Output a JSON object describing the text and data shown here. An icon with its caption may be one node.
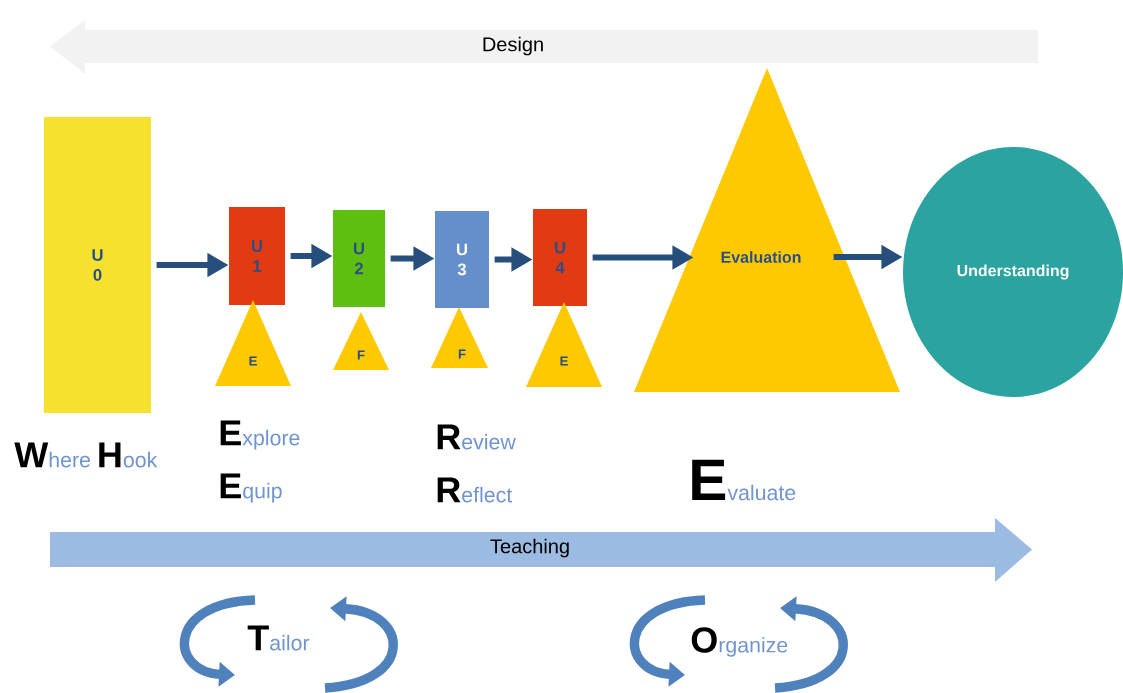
{
  "diagram": {
    "nodes": [
      {
        "text": [
          "Design"
        ]
      },
      {
        "text": [
          "U 0"
        ]
      },
      {
        "text": [
          "U 1"
        ]
      },
      {
        "text": [
          "U 2"
        ]
      },
      {
        "text": [
          "U 3"
        ]
      },
      {
        "text": [
          "U 4"
        ]
      },
      {
        "text": [
          "E"
        ]
      },
      {
        "text": [
          "F"
        ]
      },
      {
        "text": [
          "F"
        ]
      },
      {
        "text": [
          "E"
        ]
      },
      {
        "text": [
          "Evaluation"
        ]
      },
      {
        "text": [
          "Understanding"
        ]
      },
      {
        "text": [
          "Teaching"
        ]
      }
    ],
    "edges": [
      {
        "from": 1,
        "to": 2,
        "arrow": "to"
      },
      {
        "from": 2,
        "to": 3,
        "arrow": "to"
      },
      {
        "from": 3,
        "to": 4,
        "arrow": "to"
      },
      {
        "from": 4,
        "to": 5,
        "arrow": "to"
      },
      {
        "from": 5,
        "to": 10,
        "arrow": "to"
      },
      {
        "from": 10,
        "to": 11,
        "arrow": "to"
      }
    ],
    "labels": [
      "**W**here **H**ook",
      "**E**xplore",
      "**E**quip",
      "**R**eview",
      "**R**eflect",
      "**E**valuate",
      "**T**ailor",
      "**O**rganize"
    ]
  }
}
